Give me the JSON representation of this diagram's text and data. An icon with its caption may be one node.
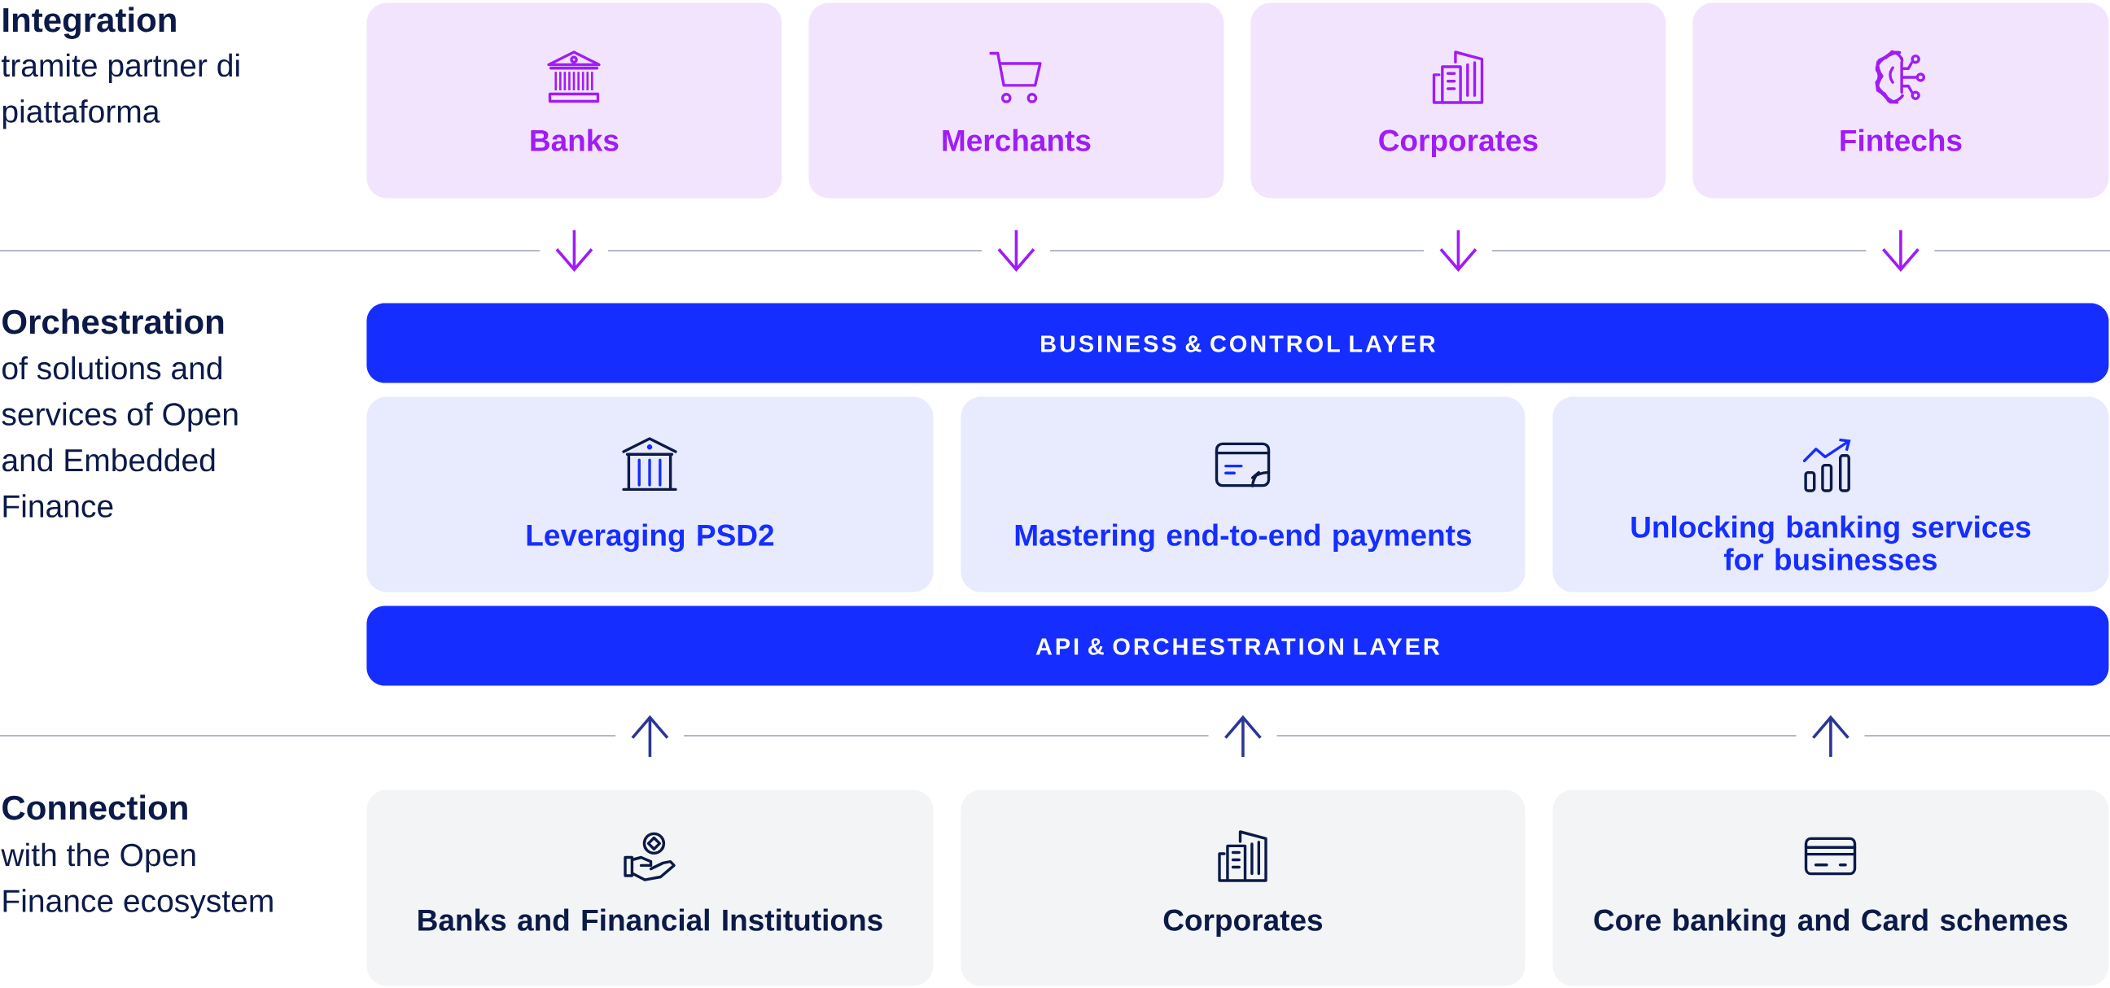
{
  "diagram": {
    "nodes": [
      {
        "text": [
          "Banks"
        ]
      },
      {
        "text": [
          "Merchants"
        ]
      },
      {
        "text": [
          "Corporates"
        ]
      },
      {
        "text": [
          "Fintechs"
        ]
      },
      {
        "text": [
          "BUSINESS & CONTROL LAYER"
        ]
      },
      {
        "text": [
          "Leveraging PSD2"
        ]
      },
      {
        "text": [
          "Mastering end-to-end payments"
        ]
      },
      {
        "text": [
          "Unlocking banking services for businesses"
        ]
      },
      {
        "text": [
          "API & ORCHESTRATION LAYER"
        ]
      },
      {
        "text": [
          "Banks and Financial Institutions"
        ]
      },
      {
        "text": [
          "Corporates"
        ]
      },
      {
        "text": [
          "Core banking and Card schemes"
        ]
      }
    ],
    "edges": [
      {
        "from": 0,
        "to": 4,
        "arrow": "to"
      },
      {
        "from": 1,
        "to": 4,
        "arrow": "to"
      },
      {
        "from": 2,
        "to": 4,
        "arrow": "to"
      },
      {
        "from": 3,
        "to": 4,
        "arrow": "to"
      },
      {
        "from": 9,
        "to": 8,
        "arrow": "to",
        "color": "#2b3796"
      },
      {
        "from": 10,
        "to": 8,
        "arrow": "to",
        "color": "#2b3796"
      },
      {
        "from": 11,
        "to": 8,
        "arrow": "to",
        "color": "#2b3796"
      }
    ],
    "labels": [
      "Integration",
      "tramite partner di piattaforma",
      "Orchestration",
      "of solutions and services of Open and Embedded Finance",
      "Connection",
      "with the Open Finance ecosystem"
    ]
  }
}
